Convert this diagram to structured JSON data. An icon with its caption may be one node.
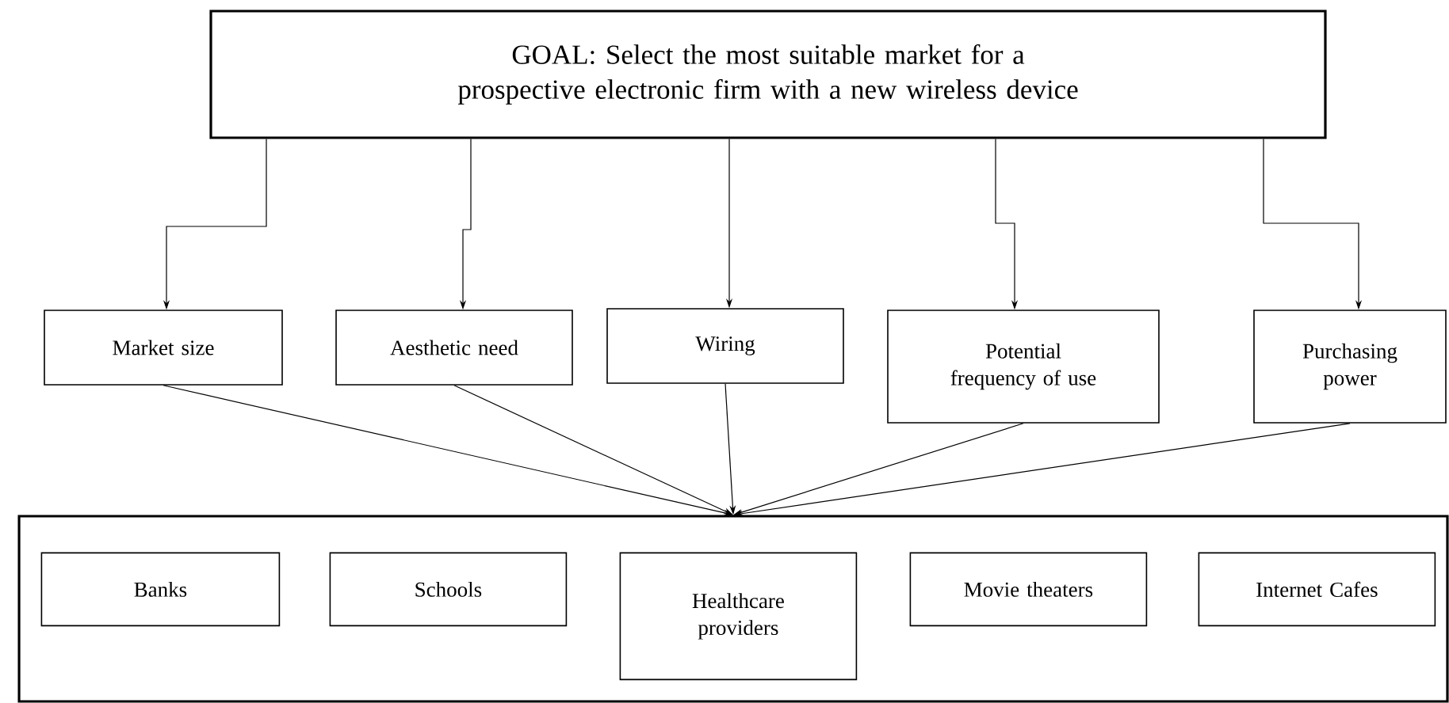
{
  "diagram": {
    "nodes": [
      {
        "text": [
          "GOAL: Select the most suitable market for a prospective electronic firm with a new wireless device"
        ]
      },
      {
        "text": [
          "Market size"
        ]
      },
      {
        "text": [
          "Aesthetic need"
        ]
      },
      {
        "text": [
          "Wiring"
        ]
      },
      {
        "text": [
          "Potential frequency of use"
        ]
      },
      {
        "text": [
          "Purchasing power"
        ]
      },
      {
        "text": [],
        "shape": "box"
      },
      {
        "text": [
          "Banks"
        ],
        "in": 6
      },
      {
        "text": [
          "Schools"
        ],
        "in": 6
      },
      {
        "text": [
          "Healthcare providers"
        ],
        "in": 6
      },
      {
        "text": [
          "Movie theaters"
        ],
        "in": 6
      },
      {
        "text": [
          "Internet Cafes"
        ],
        "in": 6
      }
    ],
    "edges": [
      {
        "from": 0,
        "to": 1,
        "arrow": "to"
      },
      {
        "from": 0,
        "to": 2,
        "arrow": "to"
      },
      {
        "from": 0,
        "to": 3,
        "arrow": "to"
      },
      {
        "from": 0,
        "to": 4,
        "arrow": "to"
      },
      {
        "from": 0,
        "to": 5,
        "arrow": "to"
      },
      {
        "from": 1,
        "to": 6,
        "arrow": "to"
      },
      {
        "from": 2,
        "to": 6,
        "arrow": "to"
      },
      {
        "from": 3,
        "to": 6,
        "arrow": "to"
      },
      {
        "from": 4,
        "to": 6,
        "arrow": "to"
      },
      {
        "from": 5,
        "to": 6,
        "arrow": "to"
      }
    ]
  }
}
